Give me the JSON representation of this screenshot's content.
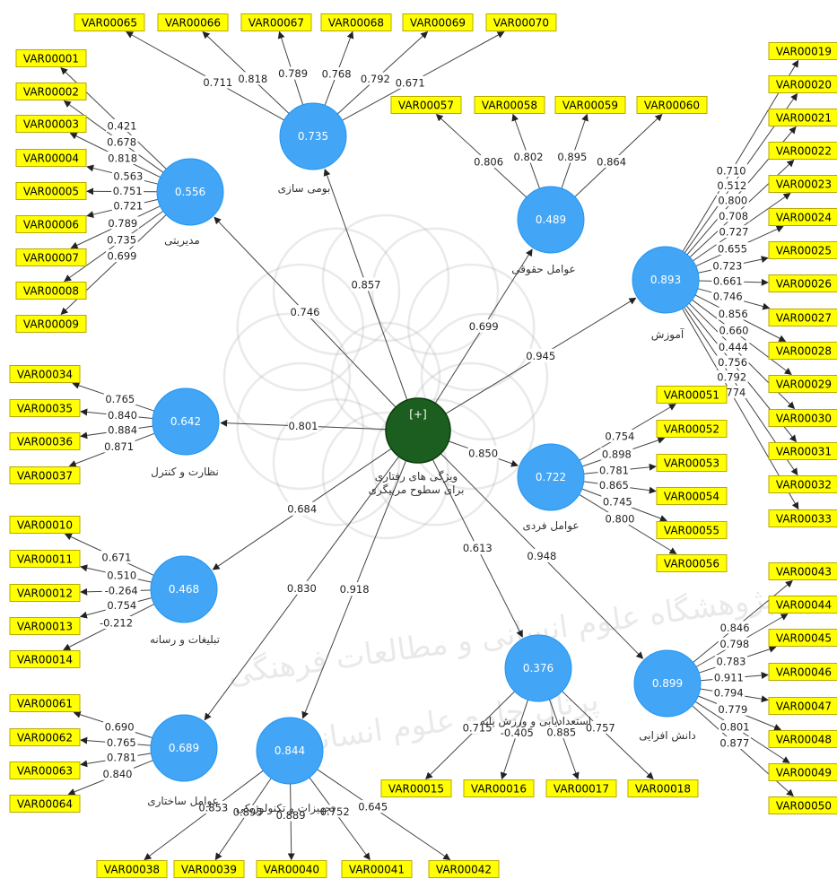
{
  "diagram": {
    "center": {
      "id": "center",
      "value": "[+]",
      "name_lines": [
        "ویژگی های رفتاری",
        "برای سطوح مربیگری"
      ]
    },
    "latents": [
      {
        "id": "mod",
        "value": "0.556",
        "name": "مدیریتی",
        "path": "0.746"
      },
      {
        "id": "bumi",
        "value": "0.735",
        "name": "بومی سازی",
        "path": "0.857"
      },
      {
        "id": "hoq",
        "value": "0.489",
        "name": "عوامل حقوقی",
        "path": "0.699"
      },
      {
        "id": "amuz",
        "value": "0.893",
        "name": "آموزش",
        "path": "0.945"
      },
      {
        "id": "nez",
        "value": "0.642",
        "name": "نظارت و کنترل",
        "path": "0.801"
      },
      {
        "id": "fard",
        "value": "0.722",
        "name": "عوامل فردی",
        "path": "0.850"
      },
      {
        "id": "tab",
        "value": "0.468",
        "name": "تبلیغات و رسانه",
        "path": "0.684"
      },
      {
        "id": "est",
        "value": "0.376",
        "name": "استعدادیابی و ورزش پایه",
        "path": "0.613"
      },
      {
        "id": "danesh",
        "value": "0.899",
        "name": "دانش افزایی",
        "path": "0.948"
      },
      {
        "id": "sakh",
        "value": "0.689",
        "name": "عوامل ساختاری",
        "path": "0.830"
      },
      {
        "id": "tajh",
        "value": "0.844",
        "name": "تجهیزات و تکنولوژیکی",
        "path": "0.918"
      }
    ],
    "indicators": [
      {
        "label": "VAR00001",
        "latent": "mod",
        "loading": "0.421"
      },
      {
        "label": "VAR00002",
        "latent": "mod",
        "loading": "0.678"
      },
      {
        "label": "VAR00003",
        "latent": "mod",
        "loading": "0.818"
      },
      {
        "label": "VAR00004",
        "latent": "mod",
        "loading": "0.563"
      },
      {
        "label": "VAR00005",
        "latent": "mod",
        "loading": "0.751"
      },
      {
        "label": "VAR00006",
        "latent": "mod",
        "loading": "0.721"
      },
      {
        "label": "VAR00007",
        "latent": "mod",
        "loading": "0.789"
      },
      {
        "label": "VAR00008",
        "latent": "mod",
        "loading": "0.735"
      },
      {
        "label": "VAR00009",
        "latent": "mod",
        "loading": "0.699"
      },
      {
        "label": "VAR00065",
        "latent": "bumi",
        "loading": "0.711"
      },
      {
        "label": "VAR00066",
        "latent": "bumi",
        "loading": "0.818"
      },
      {
        "label": "VAR00067",
        "latent": "bumi",
        "loading": "0.789"
      },
      {
        "label": "VAR00068",
        "latent": "bumi",
        "loading": "0.768"
      },
      {
        "label": "VAR00069",
        "latent": "bumi",
        "loading": "0.792"
      },
      {
        "label": "VAR00070",
        "latent": "bumi",
        "loading": "0.671"
      },
      {
        "label": "VAR00057",
        "latent": "hoq",
        "loading": "0.806"
      },
      {
        "label": "VAR00058",
        "latent": "hoq",
        "loading": "0.802"
      },
      {
        "label": "VAR00059",
        "latent": "hoq",
        "loading": "0.895"
      },
      {
        "label": "VAR00060",
        "latent": "hoq",
        "loading": "0.864"
      },
      {
        "label": "VAR00019",
        "latent": "amuz",
        "loading": "0.710"
      },
      {
        "label": "VAR00020",
        "latent": "amuz",
        "loading": "0.512"
      },
      {
        "label": "VAR00021",
        "latent": "amuz",
        "loading": "0.800"
      },
      {
        "label": "VAR00022",
        "latent": "amuz",
        "loading": "0.708"
      },
      {
        "label": "VAR00023",
        "latent": "amuz",
        "loading": "0.727"
      },
      {
        "label": "VAR00024",
        "latent": "amuz",
        "loading": "0.655"
      },
      {
        "label": "VAR00025",
        "latent": "amuz",
        "loading": "0.723"
      },
      {
        "label": "VAR00026",
        "latent": "amuz",
        "loading": "0.661"
      },
      {
        "label": "VAR00027",
        "latent": "amuz",
        "loading": "0.746"
      },
      {
        "label": "VAR00028",
        "latent": "amuz",
        "loading": "0.856"
      },
      {
        "label": "VAR00029",
        "latent": "amuz",
        "loading": "0.660"
      },
      {
        "label": "VAR00030",
        "latent": "amuz",
        "loading": "0.444"
      },
      {
        "label": "VAR00031",
        "latent": "amuz",
        "loading": "0.756"
      },
      {
        "label": "VAR00032",
        "latent": "amuz",
        "loading": "0.792"
      },
      {
        "label": "VAR00033",
        "latent": "amuz",
        "loading": "0.774"
      },
      {
        "label": "VAR00034",
        "latent": "nez",
        "loading": "0.765"
      },
      {
        "label": "VAR00035",
        "latent": "nez",
        "loading": "0.840"
      },
      {
        "label": "VAR00036",
        "latent": "nez",
        "loading": "0.884"
      },
      {
        "label": "VAR00037",
        "latent": "nez",
        "loading": "0.871"
      },
      {
        "label": "VAR00051",
        "latent": "fard",
        "loading": "0.754"
      },
      {
        "label": "VAR00052",
        "latent": "fard",
        "loading": "0.898"
      },
      {
        "label": "VAR00053",
        "latent": "fard",
        "loading": "0.781"
      },
      {
        "label": "VAR00054",
        "latent": "fard",
        "loading": "0.865"
      },
      {
        "label": "VAR00055",
        "latent": "fard",
        "loading": "0.745"
      },
      {
        "label": "VAR00056",
        "latent": "fard",
        "loading": "0.800"
      },
      {
        "label": "VAR00010",
        "latent": "tab",
        "loading": "0.671"
      },
      {
        "label": "VAR00011",
        "latent": "tab",
        "loading": "0.510"
      },
      {
        "label": "VAR00012",
        "latent": "tab",
        "loading": "-0.264"
      },
      {
        "label": "VAR00013",
        "latent": "tab",
        "loading": "0.754"
      },
      {
        "label": "VAR00014",
        "latent": "tab",
        "loading": "-0.212"
      },
      {
        "label": "VAR00043",
        "latent": "danesh",
        "loading": "0.846"
      },
      {
        "label": "VAR00044",
        "latent": "danesh",
        "loading": "0.798"
      },
      {
        "label": "VAR00045",
        "latent": "danesh",
        "loading": "0.783"
      },
      {
        "label": "VAR00046",
        "latent": "danesh",
        "loading": "0.911"
      },
      {
        "label": "VAR00047",
        "latent": "danesh",
        "loading": "0.794"
      },
      {
        "label": "VAR00048",
        "latent": "danesh",
        "loading": "0.779"
      },
      {
        "label": "VAR00049",
        "latent": "danesh",
        "loading": "0.801"
      },
      {
        "label": "VAR00050",
        "latent": "danesh",
        "loading": "0.877"
      },
      {
        "label": "VAR00015",
        "latent": "est",
        "loading": "0.715"
      },
      {
        "label": "VAR00016",
        "latent": "est",
        "loading": "-0.405"
      },
      {
        "label": "VAR00017",
        "latent": "est",
        "loading": "0.885"
      },
      {
        "label": "VAR00018",
        "latent": "est",
        "loading": "0.757"
      },
      {
        "label": "VAR00061",
        "latent": "sakh",
        "loading": "0.690"
      },
      {
        "label": "VAR00062",
        "latent": "sakh",
        "loading": "0.765"
      },
      {
        "label": "VAR00063",
        "latent": "sakh",
        "loading": "0.781"
      },
      {
        "label": "VAR00064",
        "latent": "sakh",
        "loading": "0.840"
      },
      {
        "label": "VAR00038",
        "latent": "tajh",
        "loading": "0.853"
      },
      {
        "label": "VAR00039",
        "latent": "tajh",
        "loading": "0.895"
      },
      {
        "label": "VAR00040",
        "latent": "tajh",
        "loading": "0.889"
      },
      {
        "label": "VAR00041",
        "latent": "tajh",
        "loading": "0.752"
      },
      {
        "label": "VAR00042",
        "latent": "tajh",
        "loading": "0.645"
      }
    ],
    "watermark": {
      "line1": "پژوهشگاه علوم انسانی و مطالعات فرهنگی",
      "line2": "پرتال جامع علوم انسانی"
    },
    "colors": {
      "indicator_fill": "#ffff00",
      "latent_fill": "#42a5f5",
      "center_fill": "#1b5e20"
    }
  }
}
